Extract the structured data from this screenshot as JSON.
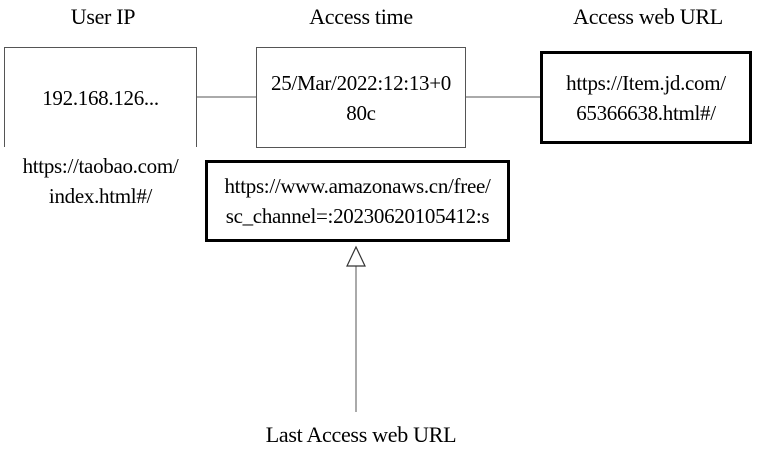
{
  "labels": {
    "user_ip": "User IP",
    "access_time": "Access time",
    "access_web_url": "Access web URL",
    "last_access_web_url": "Last Access web URL"
  },
  "nodes": {
    "user_ip_value": [
      "192.168.126..."
    ],
    "access_time_value": [
      "25/Mar/2022:12:13+0",
      "80c"
    ],
    "access_web_url_value": [
      "https://Item.jd.com/",
      "65366638.html#/"
    ],
    "referrer_text": [
      "https://taobao.com/",
      "index.html#/"
    ],
    "last_access_url_value": [
      "https://www.amazonaws.cn/free/",
      "sc_channel=:20230620105412:s"
    ]
  }
}
